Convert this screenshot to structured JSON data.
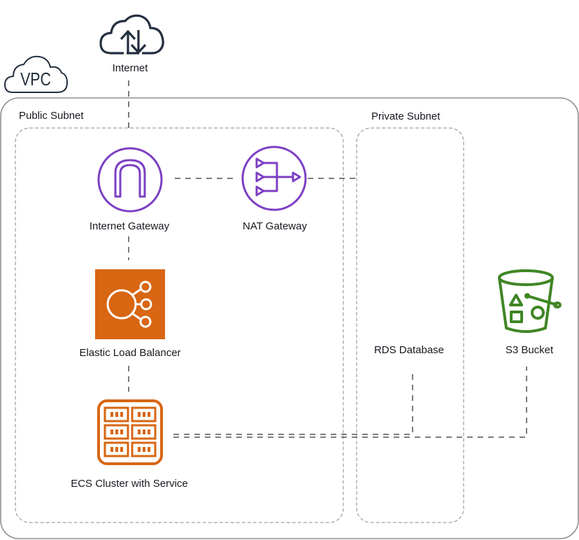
{
  "diagram": {
    "vpc": {
      "label": "VPC"
    },
    "internet": {
      "label": "Internet",
      "icon": "cloud-upload-download-icon"
    },
    "public_subnet": {
      "label": "Public Subnet"
    },
    "private_subnet": {
      "label": "Private Subnet"
    },
    "nodes": {
      "internet_gateway": {
        "label": "Internet Gateway",
        "icon": "internet-gateway-icon",
        "color": "#7d3fc4"
      },
      "nat_gateway": {
        "label": "NAT Gateway",
        "icon": "nat-gateway-icon",
        "color": "#7d3fc4"
      },
      "elb": {
        "label": "Elastic Load Balancer",
        "icon": "load-balancer-icon",
        "color": "#d86613"
      },
      "ecs": {
        "label": "ECS Cluster with Service",
        "icon": "ecs-cluster-icon",
        "color": "#d86613"
      },
      "rds": {
        "label": "RDS Database"
      },
      "s3": {
        "label": "S3 Bucket",
        "icon": "s3-bucket-icon",
        "color": "#3f8624"
      }
    },
    "connections": [
      {
        "from": "internet",
        "to": "internet_gateway"
      },
      {
        "from": "internet_gateway",
        "to": "nat_gateway"
      },
      {
        "from": "nat_gateway",
        "to": "private_subnet"
      },
      {
        "from": "internet_gateway",
        "to": "elb"
      },
      {
        "from": "elb",
        "to": "ecs"
      },
      {
        "from": "ecs",
        "to": "rds"
      },
      {
        "from": "ecs",
        "to": "s3"
      }
    ]
  }
}
